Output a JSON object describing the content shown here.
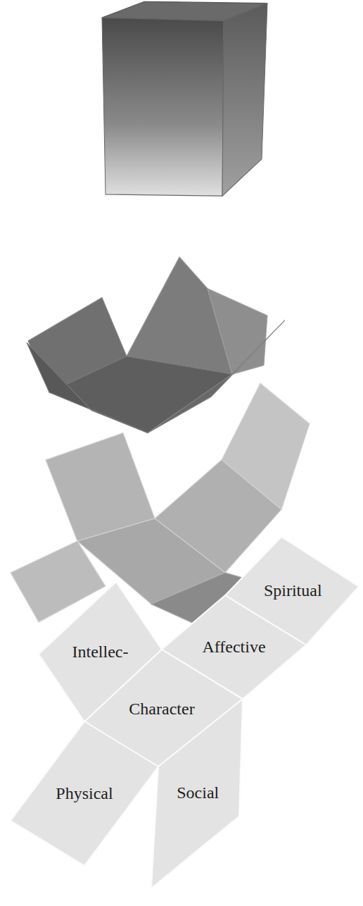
{
  "diagram": {
    "nodes": [
      {
        "text": [
          "Spiritual"
        ]
      },
      {
        "text": [
          "Intellec-"
        ]
      },
      {
        "text": [
          "Affective"
        ]
      },
      {
        "text": [
          "Character"
        ]
      },
      {
        "text": [
          "Physical"
        ]
      },
      {
        "text": [
          "Social"
        ]
      }
    ]
  }
}
